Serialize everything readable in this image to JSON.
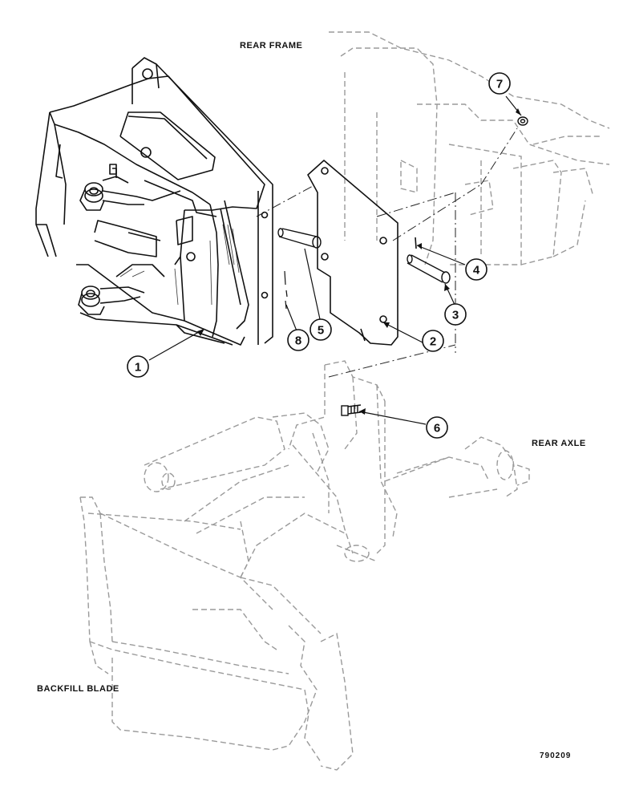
{
  "labels": {
    "rear_frame": "REAR FRAME",
    "rear_axle": "REAR AXLE",
    "backfill_blade": "BACKFILL BLADE"
  },
  "drawing_number": "790209",
  "callouts": [
    {
      "id": "callout-1",
      "number": "1"
    },
    {
      "id": "callout-2",
      "number": "2"
    },
    {
      "id": "callout-3",
      "number": "3"
    },
    {
      "id": "callout-4",
      "number": "4"
    },
    {
      "id": "callout-5",
      "number": "5"
    },
    {
      "id": "callout-6",
      "number": "6"
    },
    {
      "id": "callout-7",
      "number": "7"
    },
    {
      "id": "callout-8",
      "number": "8"
    }
  ],
  "colors": {
    "ink": "#111111",
    "phantom": "#9a9a9a"
  }
}
